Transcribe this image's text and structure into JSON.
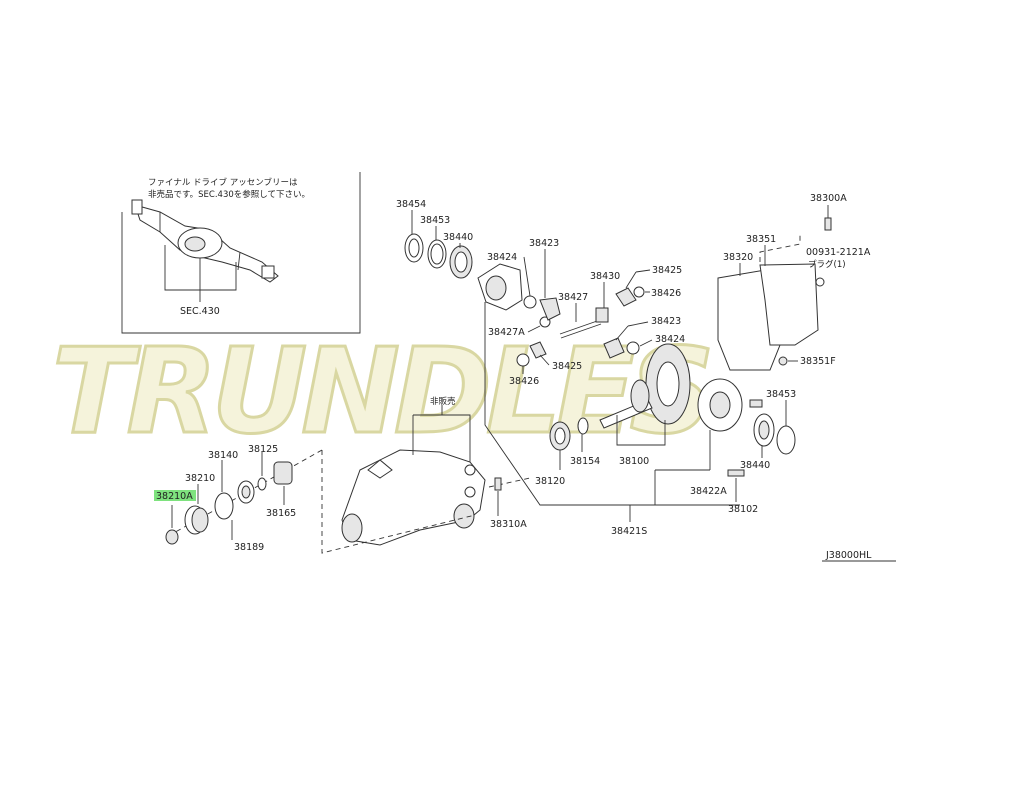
{
  "inset": {
    "note_line1": "ファイナル ドライブ アッセンブリーは",
    "note_line2": "非売品です。SEC.430を参照して下さい。",
    "sec_label": "SEC.430"
  },
  "watermark": "TRUNDLES",
  "highlight_color": "#7ee27e",
  "parts": {
    "p38454": "38454",
    "p38453a": "38453",
    "p38440a": "38440",
    "p38423a": "38423",
    "p38424a": "38424",
    "p38430": "38430",
    "p38425a": "38425",
    "p38426a": "38426",
    "p38427": "38427",
    "p38427A": "38427A",
    "p38423b": "38423",
    "p38424b": "38424",
    "p38425b": "38425",
    "p38426b": "38426",
    "p38300A": "38300A",
    "p38351": "38351",
    "p00931": "00931-2121A",
    "plug": "プラグ(1)",
    "p38320": "38320",
    "p38351F": "38351F",
    "p38453b": "38453",
    "p38440b": "38440",
    "p38422A": "38422A",
    "p38102": "38102",
    "p38100": "38100",
    "p38154": "38154",
    "p38120": "38120",
    "p38421S": "38421S",
    "p38310A": "38310A",
    "hihanbai": "非販売",
    "p38140": "38140",
    "p38125": "38125",
    "p38210": "38210",
    "p38210A": "38210A",
    "p38165": "38165",
    "p38189": "38189"
  },
  "diagram_code": "J38000HL"
}
